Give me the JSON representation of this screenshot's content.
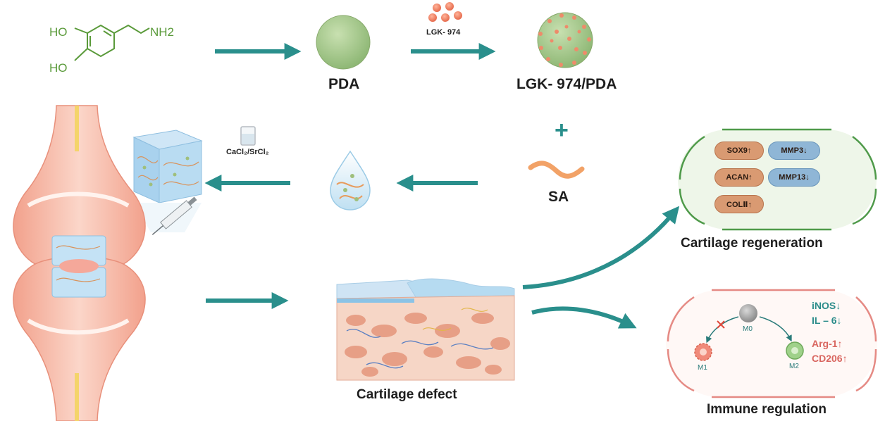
{
  "dopamine": {
    "oh1": "HO",
    "oh2": "HO",
    "nh2": "NH2"
  },
  "labels": {
    "pda": "PDA",
    "lgk": "LGK- 974",
    "lgk_pda": "LGK- 974/PDA",
    "plus": "+",
    "sa": "SA",
    "crosslinker": "CaCl₂/SrCl₂",
    "cartilage_defect": "Cartilage defect",
    "cartilage_regeneration": "Cartilage regeneration",
    "immune_regulation": "Immune regulation"
  },
  "regeneration_markers": {
    "up": [
      "SOX9↑",
      "ACAN↑",
      "COLⅡ↑"
    ],
    "down": [
      "MMP3↓",
      "MMP13↓"
    ]
  },
  "immune": {
    "cells": [
      "M0",
      "M1",
      "M2"
    ],
    "down": [
      "iNOS↓",
      "IL – 6↓"
    ],
    "up": [
      "Arg-1↑",
      "CD206↑"
    ]
  },
  "colors": {
    "arrow": "#2a8f8c",
    "pda": "#a9c98f",
    "regen_border": "#4f9a4a",
    "immune_border": "#e58a84"
  }
}
